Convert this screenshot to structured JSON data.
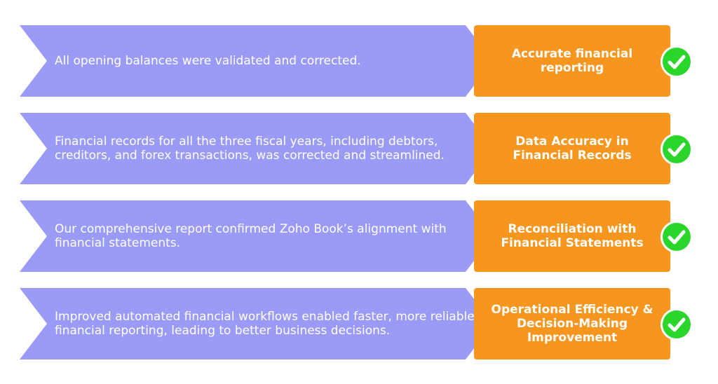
{
  "colors": {
    "arrow": "#9b9bf7",
    "result_box": "#f7961e",
    "check_fill": "#2bd62b",
    "check_ring": "#ffffff"
  },
  "rows": [
    {
      "description": "All opening balances were validated and corrected.",
      "outcome": "Accurate financial reporting",
      "icon": "check-icon"
    },
    {
      "description": "Financial records for all the three fiscal years, including debtors, creditors, and forex transactions, was corrected and streamlined.",
      "outcome": "Data Accuracy in Financial Records",
      "icon": "check-icon"
    },
    {
      "description": "Our comprehensive report confirmed Zoho Book’s alignment with financial statements.",
      "outcome": "Reconciliation with Financial Statements",
      "icon": "check-icon"
    },
    {
      "description": "Improved automated financial workflows enabled faster, more reliable financial reporting, leading to better business decisions.",
      "outcome": "Operational Efficiency & Decision-Making Improvement",
      "icon": "check-icon"
    }
  ]
}
